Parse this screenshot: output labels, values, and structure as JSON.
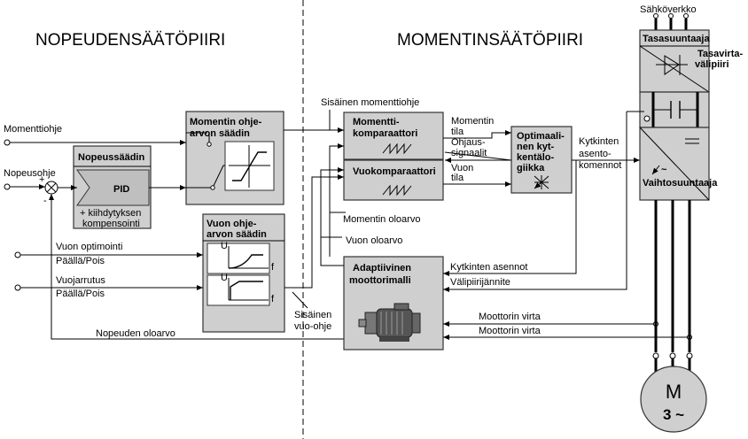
{
  "sections": {
    "speed_loop": "NOPEUDENSÄÄTÖPIIRI",
    "torque_loop": "MOMENTINSÄÄTÖPIIRI"
  },
  "inputs": {
    "torque_ref": "Momenttiohje",
    "speed_ref": "Nopeusohje",
    "flux_opt_1": "Vuon optimointi",
    "flux_opt_2": "Päällä/Pois",
    "flux_brake_1": "Vuojarrutus",
    "flux_brake_2": "Päällä/Pois"
  },
  "signs": {
    "plus": "+",
    "minus": "-"
  },
  "blocks": {
    "speed_controller": {
      "title": "Nopeussäädin",
      "pid": "PID",
      "note_1": "+ kiihdytyksen",
      "note_2": "kompensointi"
    },
    "torque_ref_ctrl": {
      "title_1": "Momentin ohje-",
      "title_2": "arvon säädin"
    },
    "flux_ref_ctrl": {
      "title_1": "Vuon ohje-",
      "title_2": "arvon säädin",
      "axis_u": "U",
      "axis_f": "f"
    },
    "torque_comp": {
      "title_1": "Momentti-",
      "title_2": "komparaattori"
    },
    "flux_comp": {
      "title": "Vuokomparaattori"
    },
    "optimal_logic": {
      "l1": "Optimaali-",
      "l2": "nen kyt-",
      "l3": "kentälo-",
      "l4": "giikka"
    },
    "motor_model": {
      "title_1": "Adaptiivinen",
      "title_2": "moottorimalli"
    },
    "rectifier": {
      "title": "Tasasuuntaaja"
    },
    "dc_link": {
      "l1": "Tasavirta-",
      "l2": "välipiiri"
    },
    "inverter": {
      "title": "Vaihtosuuntaaja"
    }
  },
  "signals": {
    "internal_torque_ref": "Sisäinen momenttiohje",
    "torque_state_1": "Momentin",
    "torque_state_2": "tila",
    "control_signals_1": "Ohjaus-",
    "control_signals_2": "signaalit",
    "flux_state_1": "Vuon",
    "flux_state_2": "tila",
    "switch_pos_1": "Kytkinten",
    "switch_pos_2": "asento-",
    "switch_pos_3": "komennot",
    "torque_actual": "Momentin oloarvo",
    "flux_actual": "Vuon oloarvo",
    "switch_positions": "Kytkinten asennot",
    "dc_voltage": "Välipiirijännite",
    "motor_current_1": "Moottorin virta",
    "motor_current_2": "Moottorin virta",
    "speed_actual": "Nopeuden oloarvo",
    "internal_flux_ref_1": "Sisäinen",
    "internal_flux_ref_2": "vuo-ohje",
    "grid": "Sähköverkko"
  },
  "motor": {
    "letter": "M",
    "phases": "3 ~"
  }
}
